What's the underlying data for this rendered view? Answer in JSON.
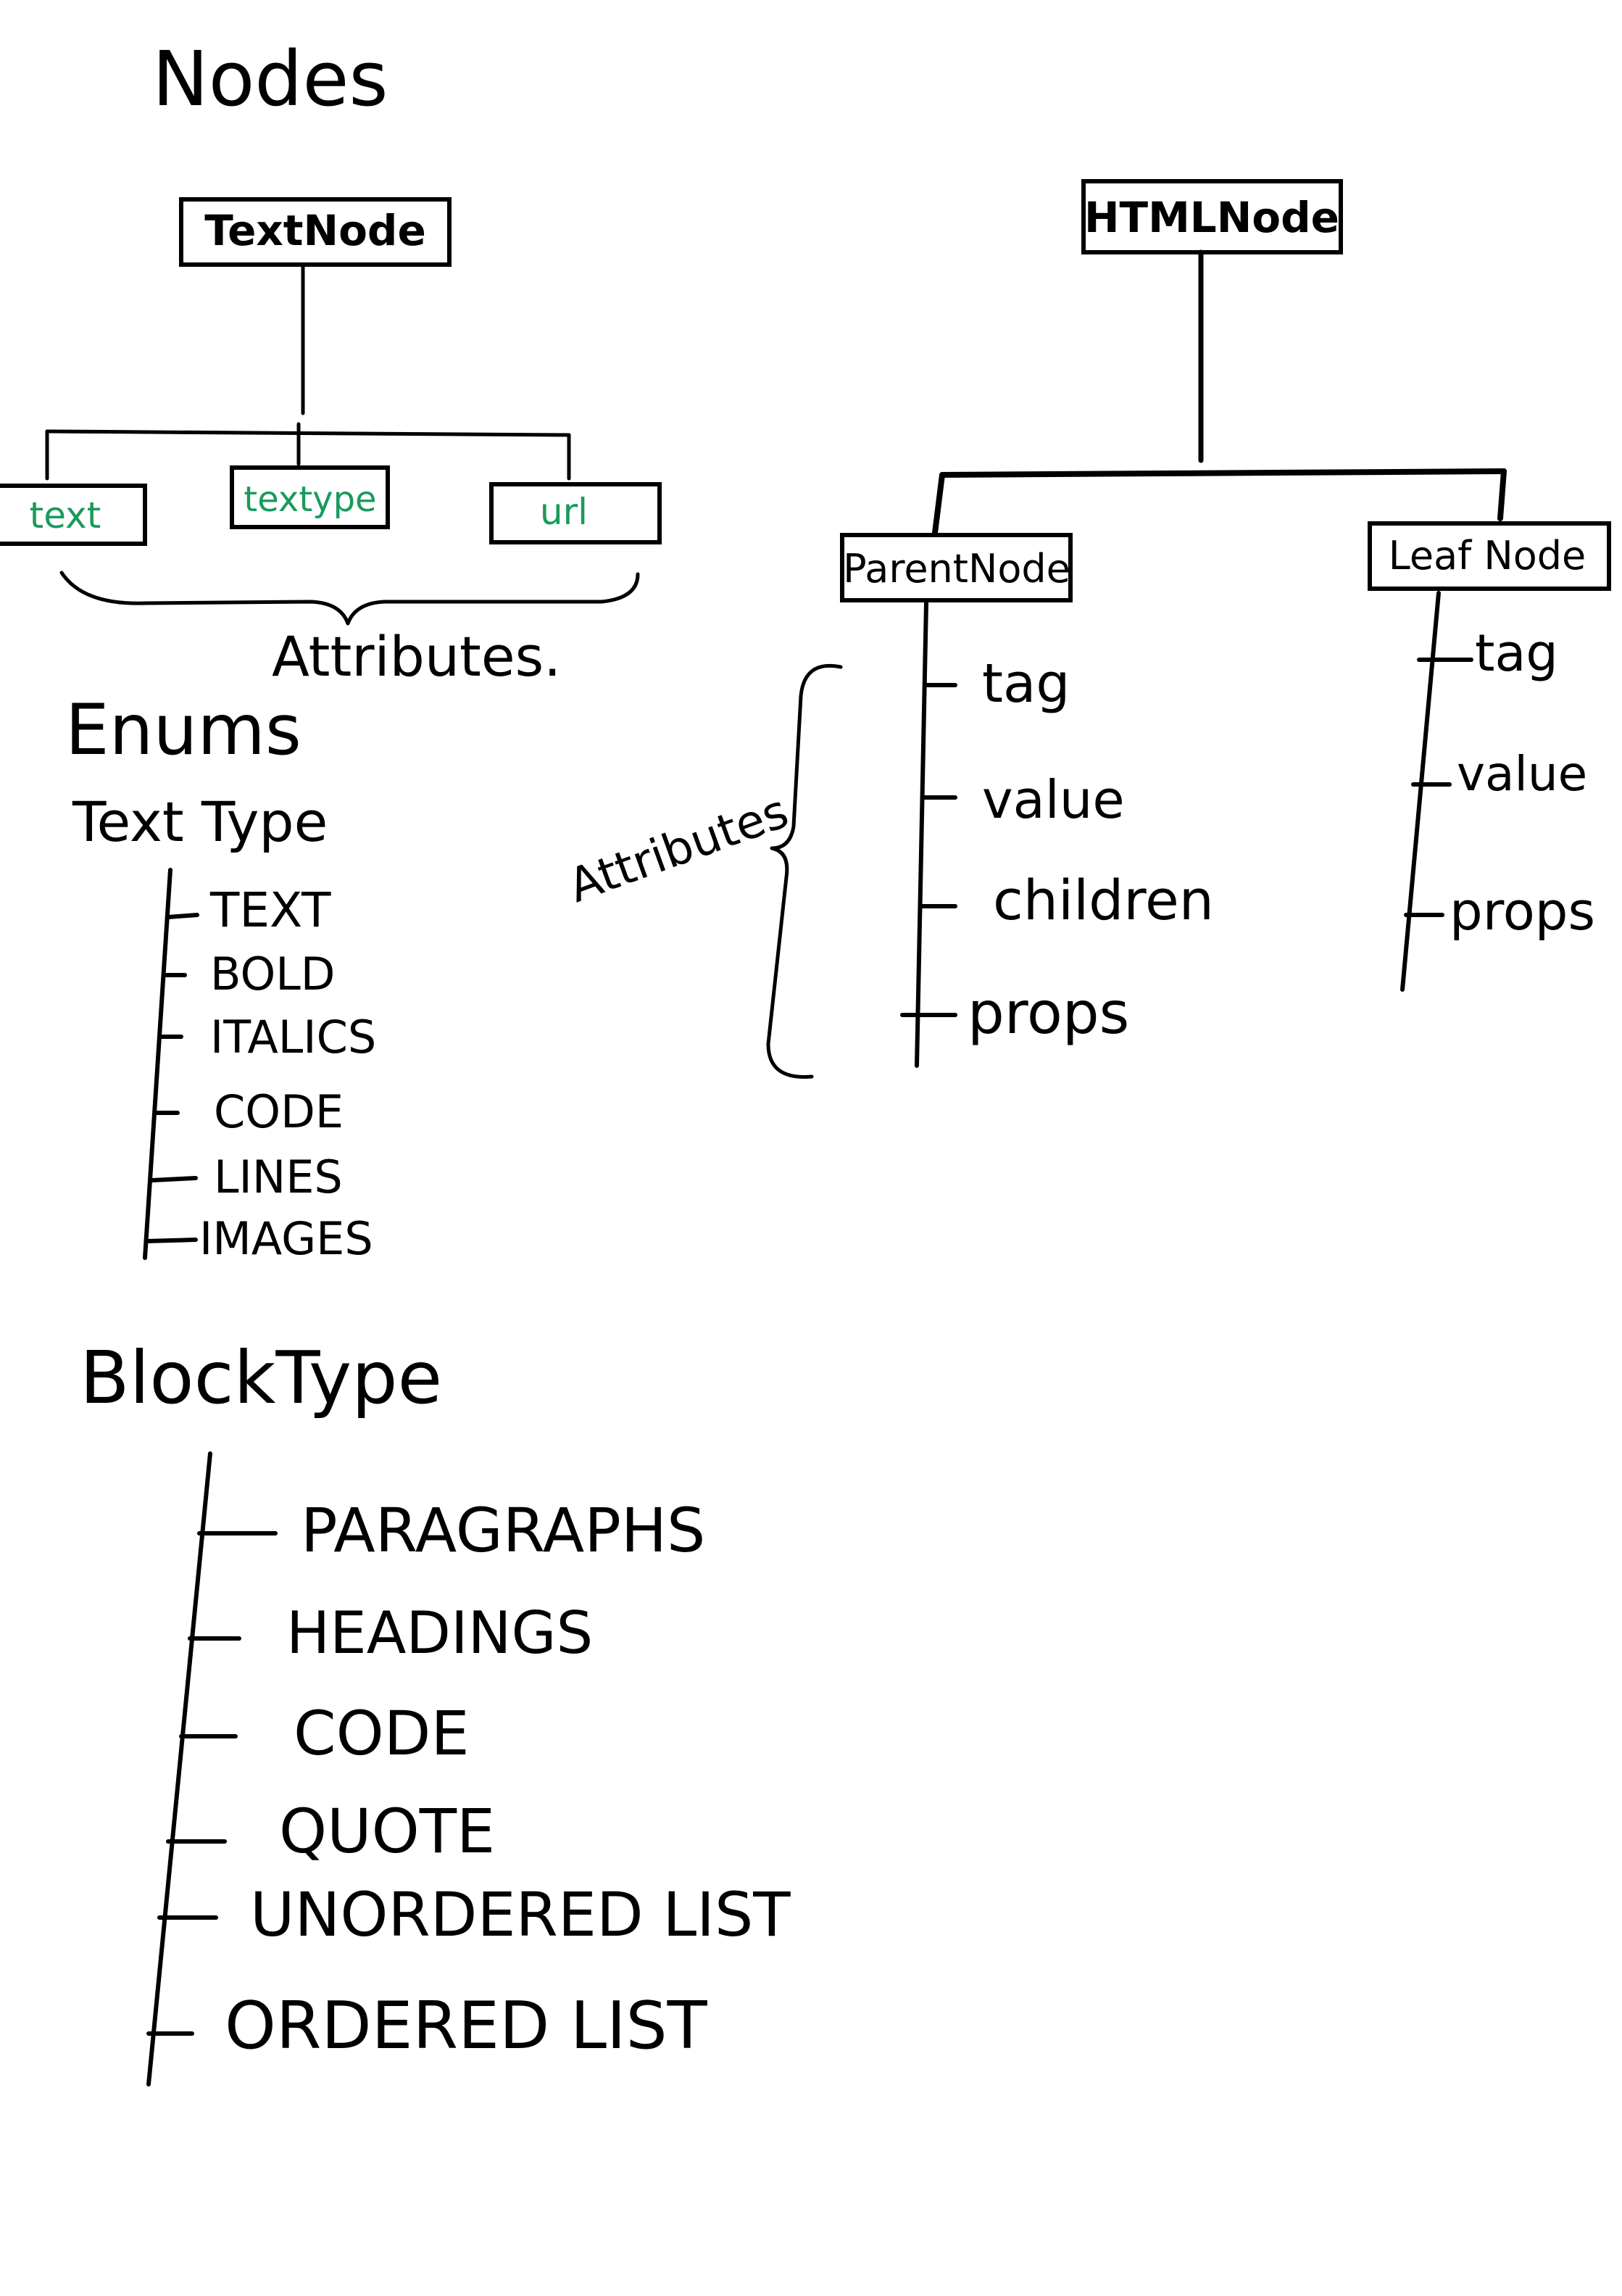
{
  "title": "Nodes",
  "colors": {
    "ink": "#000000",
    "attribute_ink": "#1a9a5c",
    "paper": "#ffffff"
  },
  "text_node": {
    "label": "TextNode",
    "attributes": [
      "text",
      "textype",
      "url"
    ],
    "brace_label": "Attributes."
  },
  "html_node": {
    "label": "HTMLNode",
    "parent_node": {
      "label": "ParentNode",
      "attributes": [
        "tag",
        "value",
        "children",
        "props"
      ],
      "brace_label": "Attributes"
    },
    "leaf_node": {
      "label": "Leaf Node",
      "attributes": [
        "tag",
        "value",
        "props"
      ]
    }
  },
  "enums": {
    "heading": "Enums",
    "text_type": {
      "label": "Text Type",
      "values": [
        "TEXT",
        "BOLD",
        "ITALICS",
        "CODE",
        "LINES",
        "IMAGES"
      ]
    },
    "block_type": {
      "label": "BlockType",
      "values": [
        "PARAGRAPHS",
        "HEADINGS",
        "CODE",
        "QUOTE",
        "UNORDERED LIST",
        "ORDERED LIST"
      ]
    }
  }
}
